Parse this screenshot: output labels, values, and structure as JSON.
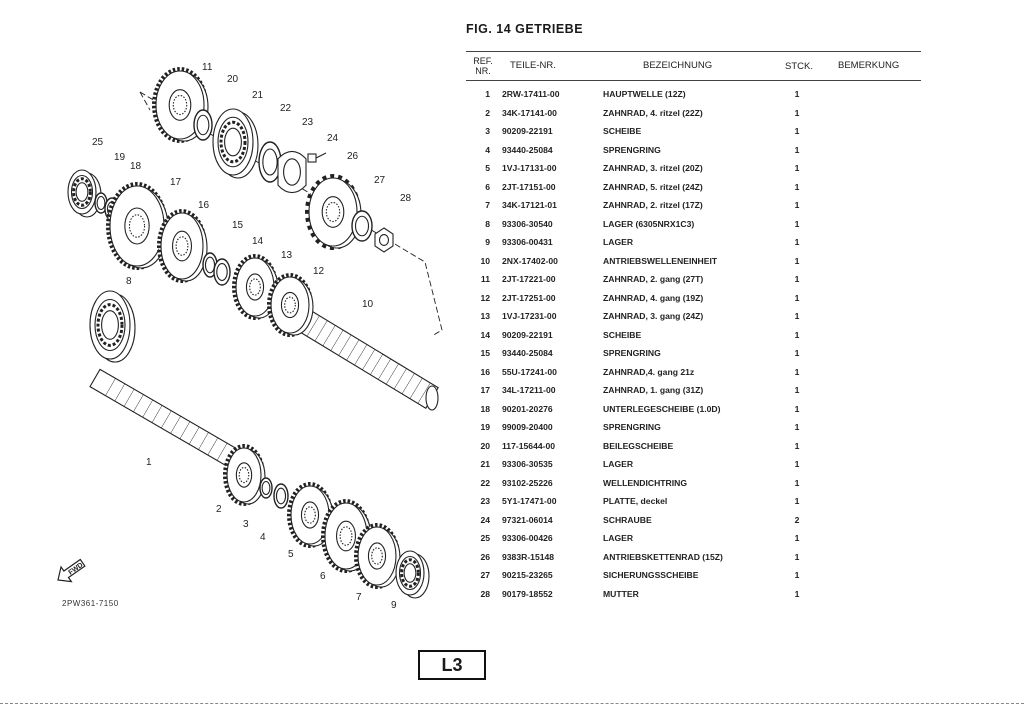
{
  "figure": {
    "title": "FIG. 14 GETRIEBE",
    "code": "2PW361-7150",
    "forward_label": "FWD",
    "page_label": "L3"
  },
  "table": {
    "headers": {
      "ref_line1": "REF.",
      "ref_line2": "NR.",
      "part_no": "TEILE-NR.",
      "description": "BEZEICHNUNG",
      "qty": "STCK.",
      "remark": "BEMERKUNG"
    },
    "rows": [
      {
        "ref": "1",
        "part": "2RW-17411-00",
        "desc": "HAUPTWELLE (12Z)",
        "qty": "1"
      },
      {
        "ref": "2",
        "part": "34K-17141-00",
        "desc": "ZAHNRAD, 4. ritzel (22Z)",
        "qty": "1"
      },
      {
        "ref": "3",
        "part": "90209-22191",
        "desc": "SCHEIBE",
        "qty": "1"
      },
      {
        "ref": "4",
        "part": "93440-25084",
        "desc": "SPRENGRING",
        "qty": "1"
      },
      {
        "ref": "5",
        "part": "1VJ-17131-00",
        "desc": "ZAHNRAD, 3. ritzel (20Z)",
        "qty": "1"
      },
      {
        "ref": "6",
        "part": "2JT-17151-00",
        "desc": "ZAHNRAD, 5. ritzel (24Z)",
        "qty": "1"
      },
      {
        "ref": "7",
        "part": "34K-17121-01",
        "desc": "ZAHNRAD, 2. ritzel (17Z)",
        "qty": "1"
      },
      {
        "ref": "8",
        "part": "93306-30540",
        "desc": "LAGER (6305NRX1C3)",
        "qty": "1"
      },
      {
        "ref": "9",
        "part": "93306-00431",
        "desc": "LAGER",
        "qty": "1"
      },
      {
        "ref": "10",
        "part": "2NX-17402-00",
        "desc": "ANTRIEBSWELLENEINHEIT",
        "qty": "1"
      },
      {
        "ref": "11",
        "part": "2JT-17221-00",
        "desc": "ZAHNRAD, 2. gang (27T)",
        "qty": "1"
      },
      {
        "ref": "12",
        "part": "2JT-17251-00",
        "desc": "ZAHNRAD, 4. gang (19Z)",
        "qty": "1"
      },
      {
        "ref": "13",
        "part": "1VJ-17231-00",
        "desc": "ZAHNRAD, 3. gang (24Z)",
        "qty": "1"
      },
      {
        "ref": "14",
        "part": "90209-22191",
        "desc": "SCHEIBE",
        "qty": "1"
      },
      {
        "ref": "15",
        "part": "93440-25084",
        "desc": "SPRENGRING",
        "qty": "1"
      },
      {
        "ref": "16",
        "part": "55U-17241-00",
        "desc": "ZAHNRAD,4. gang 21z",
        "qty": "1"
      },
      {
        "ref": "17",
        "part": "34L-17211-00",
        "desc": "ZAHNRAD, 1. gang (31Z)",
        "qty": "1"
      },
      {
        "ref": "18",
        "part": "90201-20276",
        "desc": "UNTERLEGESCHEIBE (1.0D)",
        "qty": "1"
      },
      {
        "ref": "19",
        "part": "99009-20400",
        "desc": "SPRENGRING",
        "qty": "1"
      },
      {
        "ref": "20",
        "part": "117-15644-00",
        "desc": "BEILEGSCHEIBE",
        "qty": "1"
      },
      {
        "ref": "21",
        "part": "93306-30535",
        "desc": "LAGER",
        "qty": "1"
      },
      {
        "ref": "22",
        "part": "93102-25226",
        "desc": "WELLENDICHTRING",
        "qty": "1"
      },
      {
        "ref": "23",
        "part": "5Y1-17471-00",
        "desc": "PLATTE, deckel",
        "qty": "1"
      },
      {
        "ref": "24",
        "part": "97321-06014",
        "desc": "SCHRAUBE",
        "qty": "2"
      },
      {
        "ref": "25",
        "part": "93306-00426",
        "desc": "LAGER",
        "qty": "1"
      },
      {
        "ref": "26",
        "part": "9383R-15148",
        "desc": "ANTRIEBSKETTENRAD (15Z)",
        "qty": "1"
      },
      {
        "ref": "27",
        "part": "90215-23265",
        "desc": "SICHERUNGSSCHEIBE",
        "qty": "1"
      },
      {
        "ref": "28",
        "part": "90179-18552",
        "desc": "MUTTER",
        "qty": "1"
      }
    ]
  },
  "callouts": [
    "1",
    "2",
    "3",
    "4",
    "5",
    "6",
    "7",
    "8",
    "9",
    "10",
    "11",
    "12",
    "13",
    "14",
    "15",
    "16",
    "17",
    "18",
    "19",
    "20",
    "21",
    "22",
    "23",
    "24",
    "25",
    "26",
    "27",
    "28"
  ]
}
